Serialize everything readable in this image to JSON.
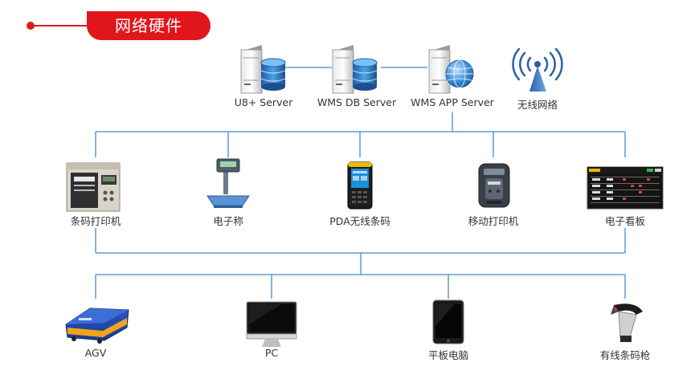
{
  "section_title": "网络硬件",
  "servers": [
    {
      "label": "U8+ Server",
      "icon": "database-server-icon"
    },
    {
      "label": "WMS DB  Server",
      "icon": "database-server-icon"
    },
    {
      "label": "WMS APP Server",
      "icon": "web-server-globe-icon"
    },
    {
      "label": "无线网络",
      "icon": "wireless-tower-icon"
    }
  ],
  "devices": [
    {
      "label": "条码打印机",
      "icon": "barcode-printer-icon"
    },
    {
      "label": "电子称",
      "icon": "electronic-scale-icon"
    },
    {
      "label": "PDA无线条码",
      "icon": "pda-icon"
    },
    {
      "label": "移动打印机",
      "icon": "mobile-printer-icon"
    },
    {
      "label": "电子看板",
      "icon": "electronic-board-icon"
    }
  ],
  "terminals": [
    {
      "label": "AGV",
      "icon": "agv-icon"
    },
    {
      "label": "PC",
      "icon": "pc-monitor-icon"
    },
    {
      "label": "平板电脑",
      "icon": "tablet-icon"
    },
    {
      "label": "有线条码枪",
      "icon": "barcode-scanner-icon"
    }
  ],
  "colors": {
    "accent": "#e0161c",
    "line": "#5b9bd5",
    "text": "#333333"
  }
}
